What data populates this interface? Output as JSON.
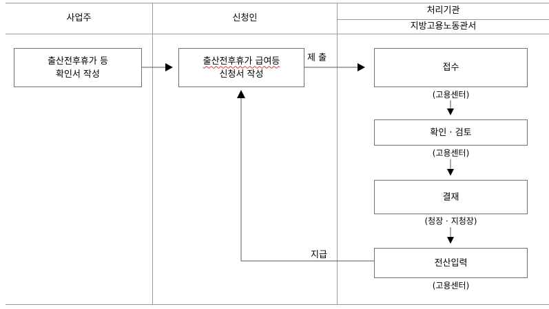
{
  "headers": {
    "employer": "사업주",
    "applicant": "신청인",
    "agency": "처리기관",
    "agency_sub": "지방고용노동관서"
  },
  "boxes": {
    "employer_confirm": {
      "line1": "출산전후휴가 등",
      "line2": "확인서 작성"
    },
    "applicant_form": {
      "line1": "출산전후휴가 급여등",
      "line2": "신청서 작성"
    },
    "receipt": {
      "label": "접수"
    },
    "review": {
      "label": "확인 · 검토"
    },
    "approval": {
      "label": "결재"
    },
    "entry": {
      "label": "전산입력"
    }
  },
  "sublabels": {
    "receipt": "(고용센터)",
    "review": "(고용센터)",
    "approval": "(청장 · 지청장)",
    "entry": "(고용센터)"
  },
  "labels": {
    "submit": "제 출",
    "payment": "지급"
  }
}
